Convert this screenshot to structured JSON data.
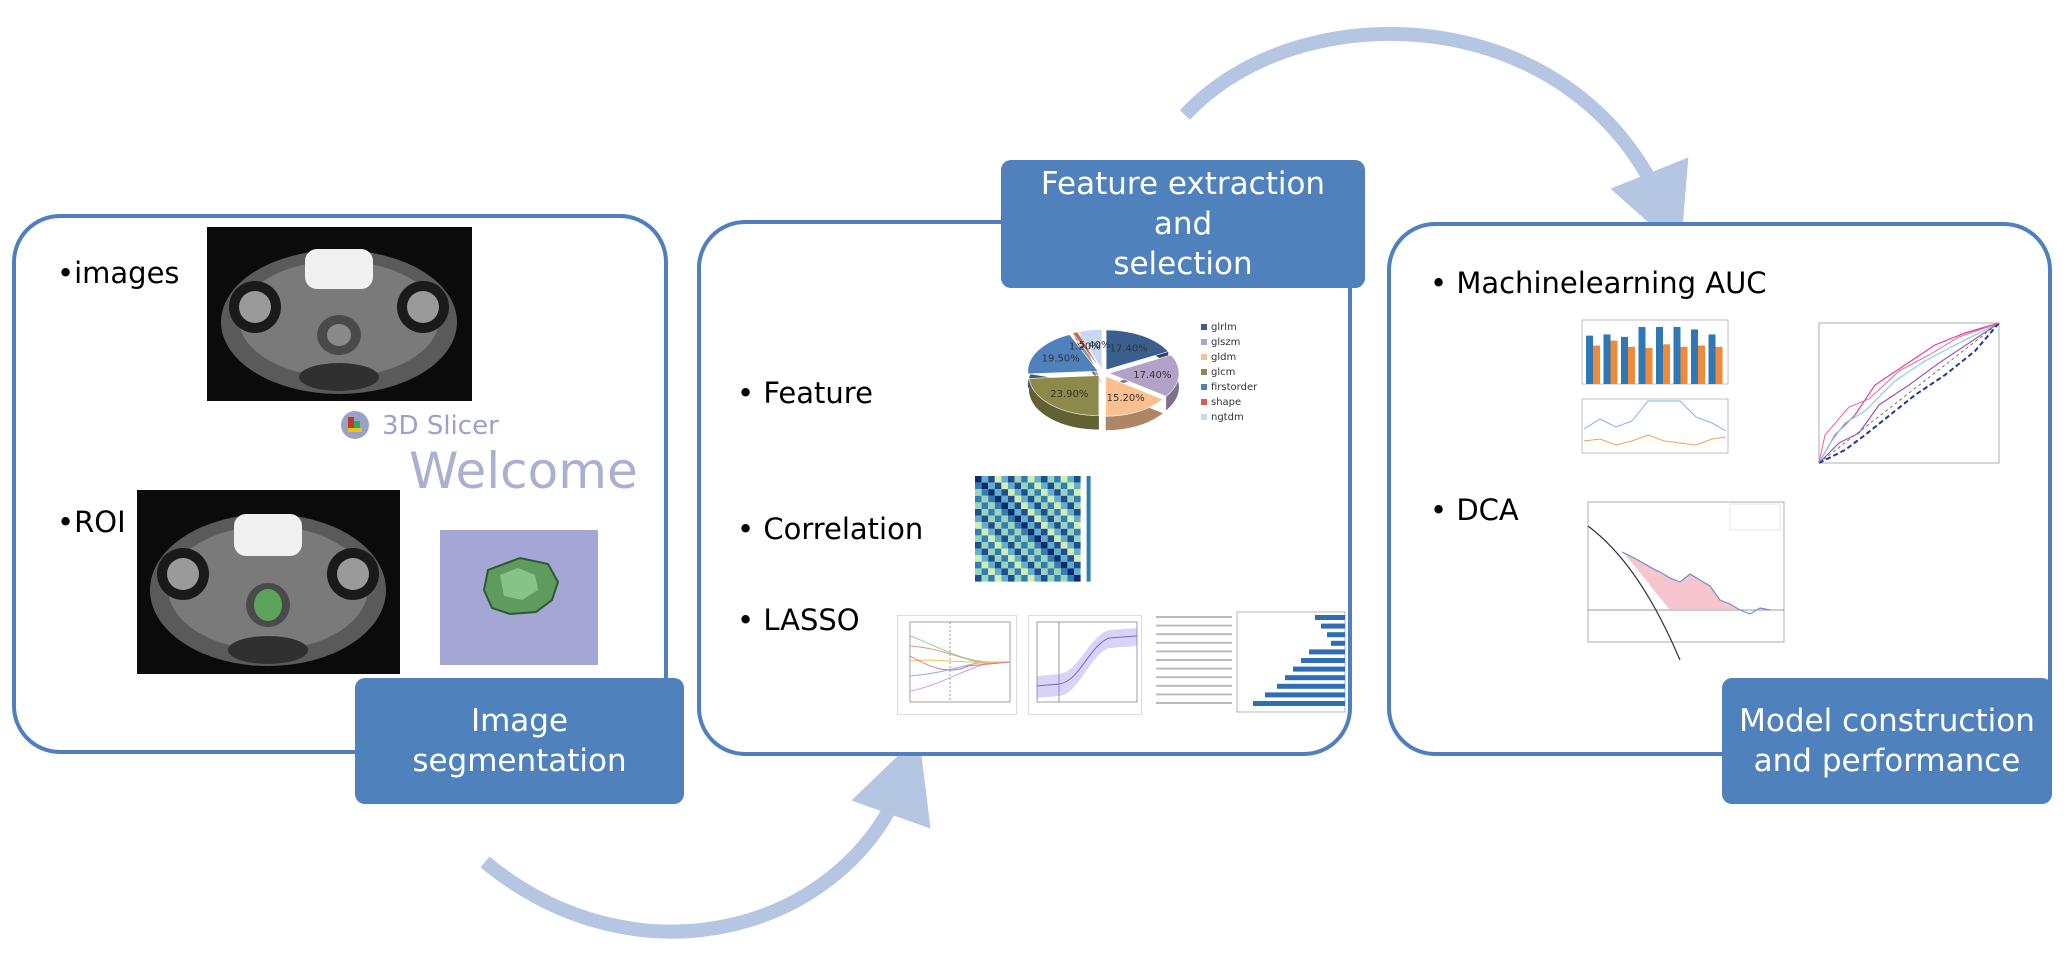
{
  "panels": {
    "segmentation": {
      "bullet_images": "•images",
      "bullet_roi": "•ROI",
      "slicer_name": "3D Slicer",
      "slicer_welcome": "Welcome",
      "label_line1": "Image",
      "label_line2": "segmentation"
    },
    "features": {
      "label_line1": "Feature extraction and",
      "label_line2": "selection",
      "bullet_feature": "• Feature",
      "bullet_correlation": "• Correlation",
      "bullet_lasso": "• LASSO"
    },
    "model": {
      "bullet_auc": "• Machinelearning AUC",
      "bullet_dca": "• DCA",
      "label_line1": "Model construction",
      "label_line2": "and performance"
    }
  },
  "chart_data": {
    "type": "pie",
    "categories": [
      "glrlm",
      "glszm",
      "gldm",
      "glcm",
      "firstorder",
      "shape",
      "ngtdm"
    ],
    "values": [
      17.4,
      17.4,
      15.2,
      23.9,
      19.5,
      1.2,
      5.4
    ],
    "value_labels": [
      "17.40%",
      "17.40%",
      "15.20%",
      "23.90%",
      "19.50%",
      "1.20%",
      "5.40%"
    ],
    "colors": [
      "#3a5f8f",
      "#b3a2c7",
      "#fac090",
      "#8c8a4a",
      "#4f81bd",
      "#d0634a",
      "#c6d9f1"
    ],
    "legend": "right"
  },
  "colors": {
    "panel_border": "#4f7fbf",
    "label_fill": "#4f81bd",
    "arrow": "#b4c6e2"
  }
}
